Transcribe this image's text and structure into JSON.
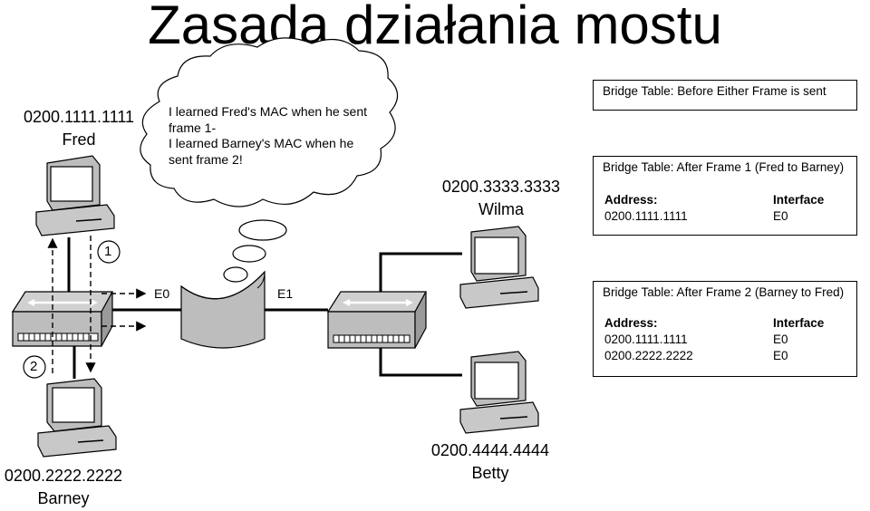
{
  "title": "Zasada działania mostu",
  "hosts": {
    "fred": {
      "mac": "0200.1111.1111",
      "name": "Fred"
    },
    "barney": {
      "mac": "0200.2222.2222",
      "name": "Barney"
    },
    "wilma": {
      "mac": "0200.3333.3333",
      "name": "Wilma"
    },
    "betty": {
      "mac": "0200.4444.4444",
      "name": "Betty"
    }
  },
  "ports": {
    "e0": "E0",
    "e1": "E1"
  },
  "steps": {
    "one": "1",
    "two": "2"
  },
  "thought": {
    "lines": [
      "I learned Fred's MAC when he sent",
      "frame 1-",
      "I learned Barney's MAC when he",
      "sent frame 2!"
    ]
  },
  "bridge_tables": [
    {
      "title": "Bridge Table:  Before Either Frame is sent",
      "columns": [],
      "rows": []
    },
    {
      "title": "Bridge Table:  After Frame 1 (Fred to Barney)",
      "columns": [
        "Address:",
        "Interface"
      ],
      "rows": [
        [
          "0200.1111.1111",
          "E0"
        ]
      ]
    },
    {
      "title": "Bridge Table:  After Frame 2 (Barney to Fred)",
      "columns": [
        "Address:",
        "Interface"
      ],
      "rows": [
        [
          "0200.1111.1111",
          "E0"
        ],
        [
          "0200.2222.2222",
          "E0"
        ]
      ]
    }
  ]
}
